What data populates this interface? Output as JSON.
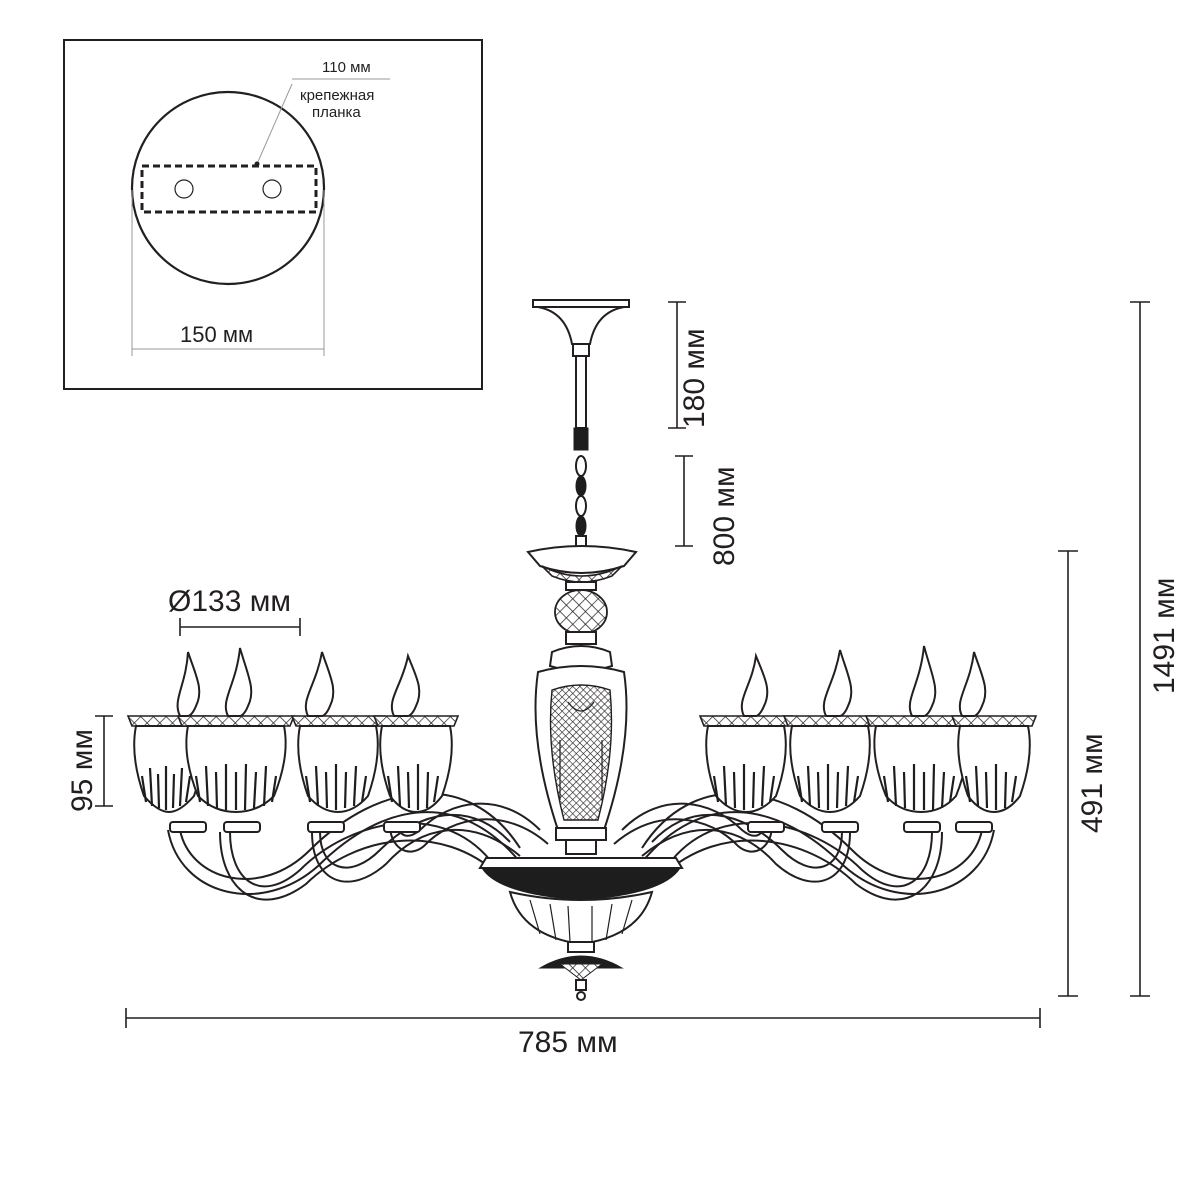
{
  "inset": {
    "bar_width_label": "110 мм",
    "bar_name_line1": "крепежная",
    "bar_name_line2": "планка",
    "canopy_diameter_label": "150 мм"
  },
  "dimensions": {
    "canopy_height": "180 мм",
    "chain_length": "800 мм",
    "shade_diameter": "Ø133 мм",
    "shade_height": "95 мм",
    "body_height": "491 мм",
    "total_height": "1491 мм",
    "total_width": "785 мм"
  },
  "colors": {
    "line": "#231f20",
    "extension": "#9a9a9a",
    "background": "#ffffff"
  }
}
